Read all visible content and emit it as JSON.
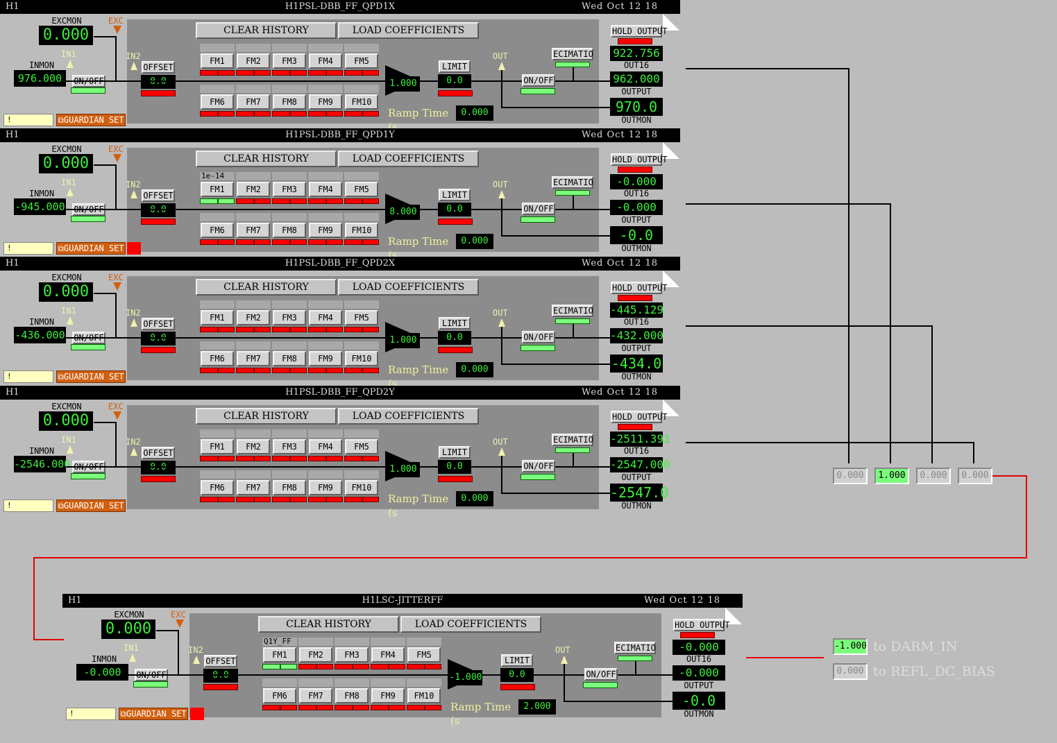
{
  "date": "Wed Oct 12 18",
  "ifo": "H1",
  "labels": {
    "excmon": "EXCMON",
    "exc": "EXC",
    "in1": "IN1",
    "in2": "IN2",
    "inmon": "INMON",
    "onoff": "ON/OFF",
    "offset": "OFFSET",
    "limit": "LIMIT",
    "out": "OUT",
    "ecimatio": "ECIMATIO",
    "hold_output": "HOLD OUTPUT",
    "out16": "OUT16",
    "output": "OUTPUT",
    "outmon": "OUTMON",
    "clear_history": "CLEAR HISTORY",
    "load_coefficients": "LOAD COEFFICIENTS",
    "ramp_time": "Ramp Time (s",
    "guardian_set": "⧉GUARDIAN SET",
    "guardian_status": "!"
  },
  "filters": {
    "fm_top": [
      "FM1",
      "FM2",
      "FM3",
      "FM4",
      "FM5"
    ],
    "fm_bottom": [
      "FM6",
      "FM7",
      "FM8",
      "FM9",
      "FM10"
    ]
  },
  "banks": [
    {
      "name": "H1PSL-DBB_FF_QPD1X",
      "excmon": "0.000",
      "inmon": "976.000",
      "offset": "0.0",
      "gain": "1.000",
      "limit": "0.0",
      "ramp": "0.000",
      "out16": "922.756",
      "output": "962.000",
      "outmon": "970.0",
      "fm1_label": "",
      "fm1_on": false
    },
    {
      "name": "H1PSL-DBB_FF_QPD1Y",
      "excmon": "0.000",
      "inmon": "-945.000",
      "offset": "0.0",
      "gain": "8.000",
      "limit": "0.0",
      "ramp": "0.000",
      "out16": "-0.000",
      "output": "-0.000",
      "outmon": "-0.0",
      "fm1_label": "1e-14",
      "fm1_on": true
    },
    {
      "name": "H1PSL-DBB_FF_QPD2X",
      "excmon": "0.000",
      "inmon": "-436.000",
      "offset": "0.0",
      "gain": "1.000",
      "limit": "0.0",
      "ramp": "0.000",
      "out16": "-445.129",
      "output": "-432.000",
      "outmon": "-434.0",
      "fm1_label": "",
      "fm1_on": false
    },
    {
      "name": "H1PSL-DBB_FF_QPD2Y",
      "excmon": "0.000",
      "inmon": "-2546.000",
      "offset": "0.0",
      "gain": "1.000",
      "limit": "0.0",
      "ramp": "0.000",
      "out16": "-2511.391",
      "output": "-2547.000",
      "outmon": "-2547.0",
      "fm1_label": "",
      "fm1_on": false
    },
    {
      "name": "H1LSC-JITTERFF",
      "excmon": "0.000",
      "inmon": "-0.000",
      "offset": "0.0",
      "gain": "-1.000",
      "limit": "0.0",
      "ramp": "2.000",
      "out16": "-0.000",
      "output": "-0.000",
      "outmon": "-0.0",
      "fm1_label": "Q1Y_FF",
      "fm1_on": true
    }
  ],
  "matrix": {
    "values": [
      "0.000",
      "1.000",
      "0.000",
      "0.000"
    ],
    "active_index": 1
  },
  "outputs": [
    {
      "value": "-1.000",
      "label": "to DARM_IN",
      "active": true
    },
    {
      "value": "0.000",
      "label": "to REFL_DC_BIAS",
      "active": false
    }
  ]
}
